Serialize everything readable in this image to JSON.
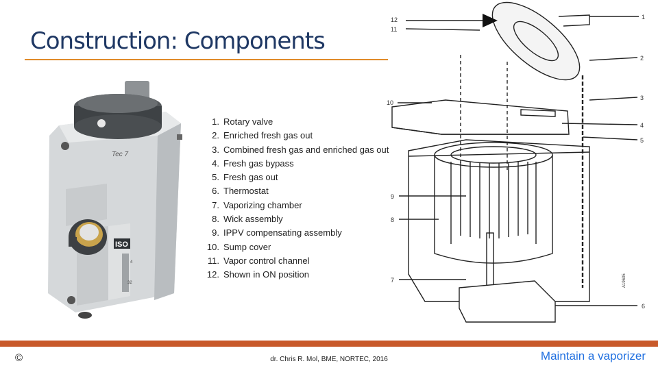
{
  "slide": {
    "title": "Construction: Components",
    "components": [
      {
        "num": "1.",
        "label": "Rotary valve"
      },
      {
        "num": "2.",
        "label": "Enriched fresh gas out"
      },
      {
        "num": "3.",
        "label": "Combined fresh gas and enriched gas out"
      },
      {
        "num": "4.",
        "label": "Fresh gas bypass"
      },
      {
        "num": "5.",
        "label": "Fresh gas out"
      },
      {
        "num": "6.",
        "label": "Thermostat"
      },
      {
        "num": "7.",
        "label": "Vaporizing chamber"
      },
      {
        "num": "8.",
        "label": "Wick assembly"
      },
      {
        "num": "9.",
        "label": "IPPV compensating assembly"
      },
      {
        "num": "10.",
        "label": "Sump cover"
      },
      {
        "num": "11.",
        "label": "Vapor control channel"
      },
      {
        "num": "12.",
        "label": "Shown in ON position"
      }
    ]
  },
  "photo": {
    "brand_label": "Tec 7",
    "agent_label": "ISO",
    "scale_top": "4",
    "scale_bottom": "32"
  },
  "diagram": {
    "callouts": [
      "12",
      "11",
      "1",
      "2",
      "10",
      "3",
      "4",
      "5",
      "9",
      "8",
      "7",
      "6"
    ],
    "side_code": "A19605"
  },
  "footer": {
    "copyright": "©",
    "credit": "dr. Chris R. Mol, BME, NORTEC, 2016",
    "title": "Maintain a vaporizer"
  },
  "colors": {
    "title": "#1f3864",
    "rule": "#e08b2a",
    "footer_bar": "#c8592a",
    "footer_title": "#1f6fe0"
  }
}
